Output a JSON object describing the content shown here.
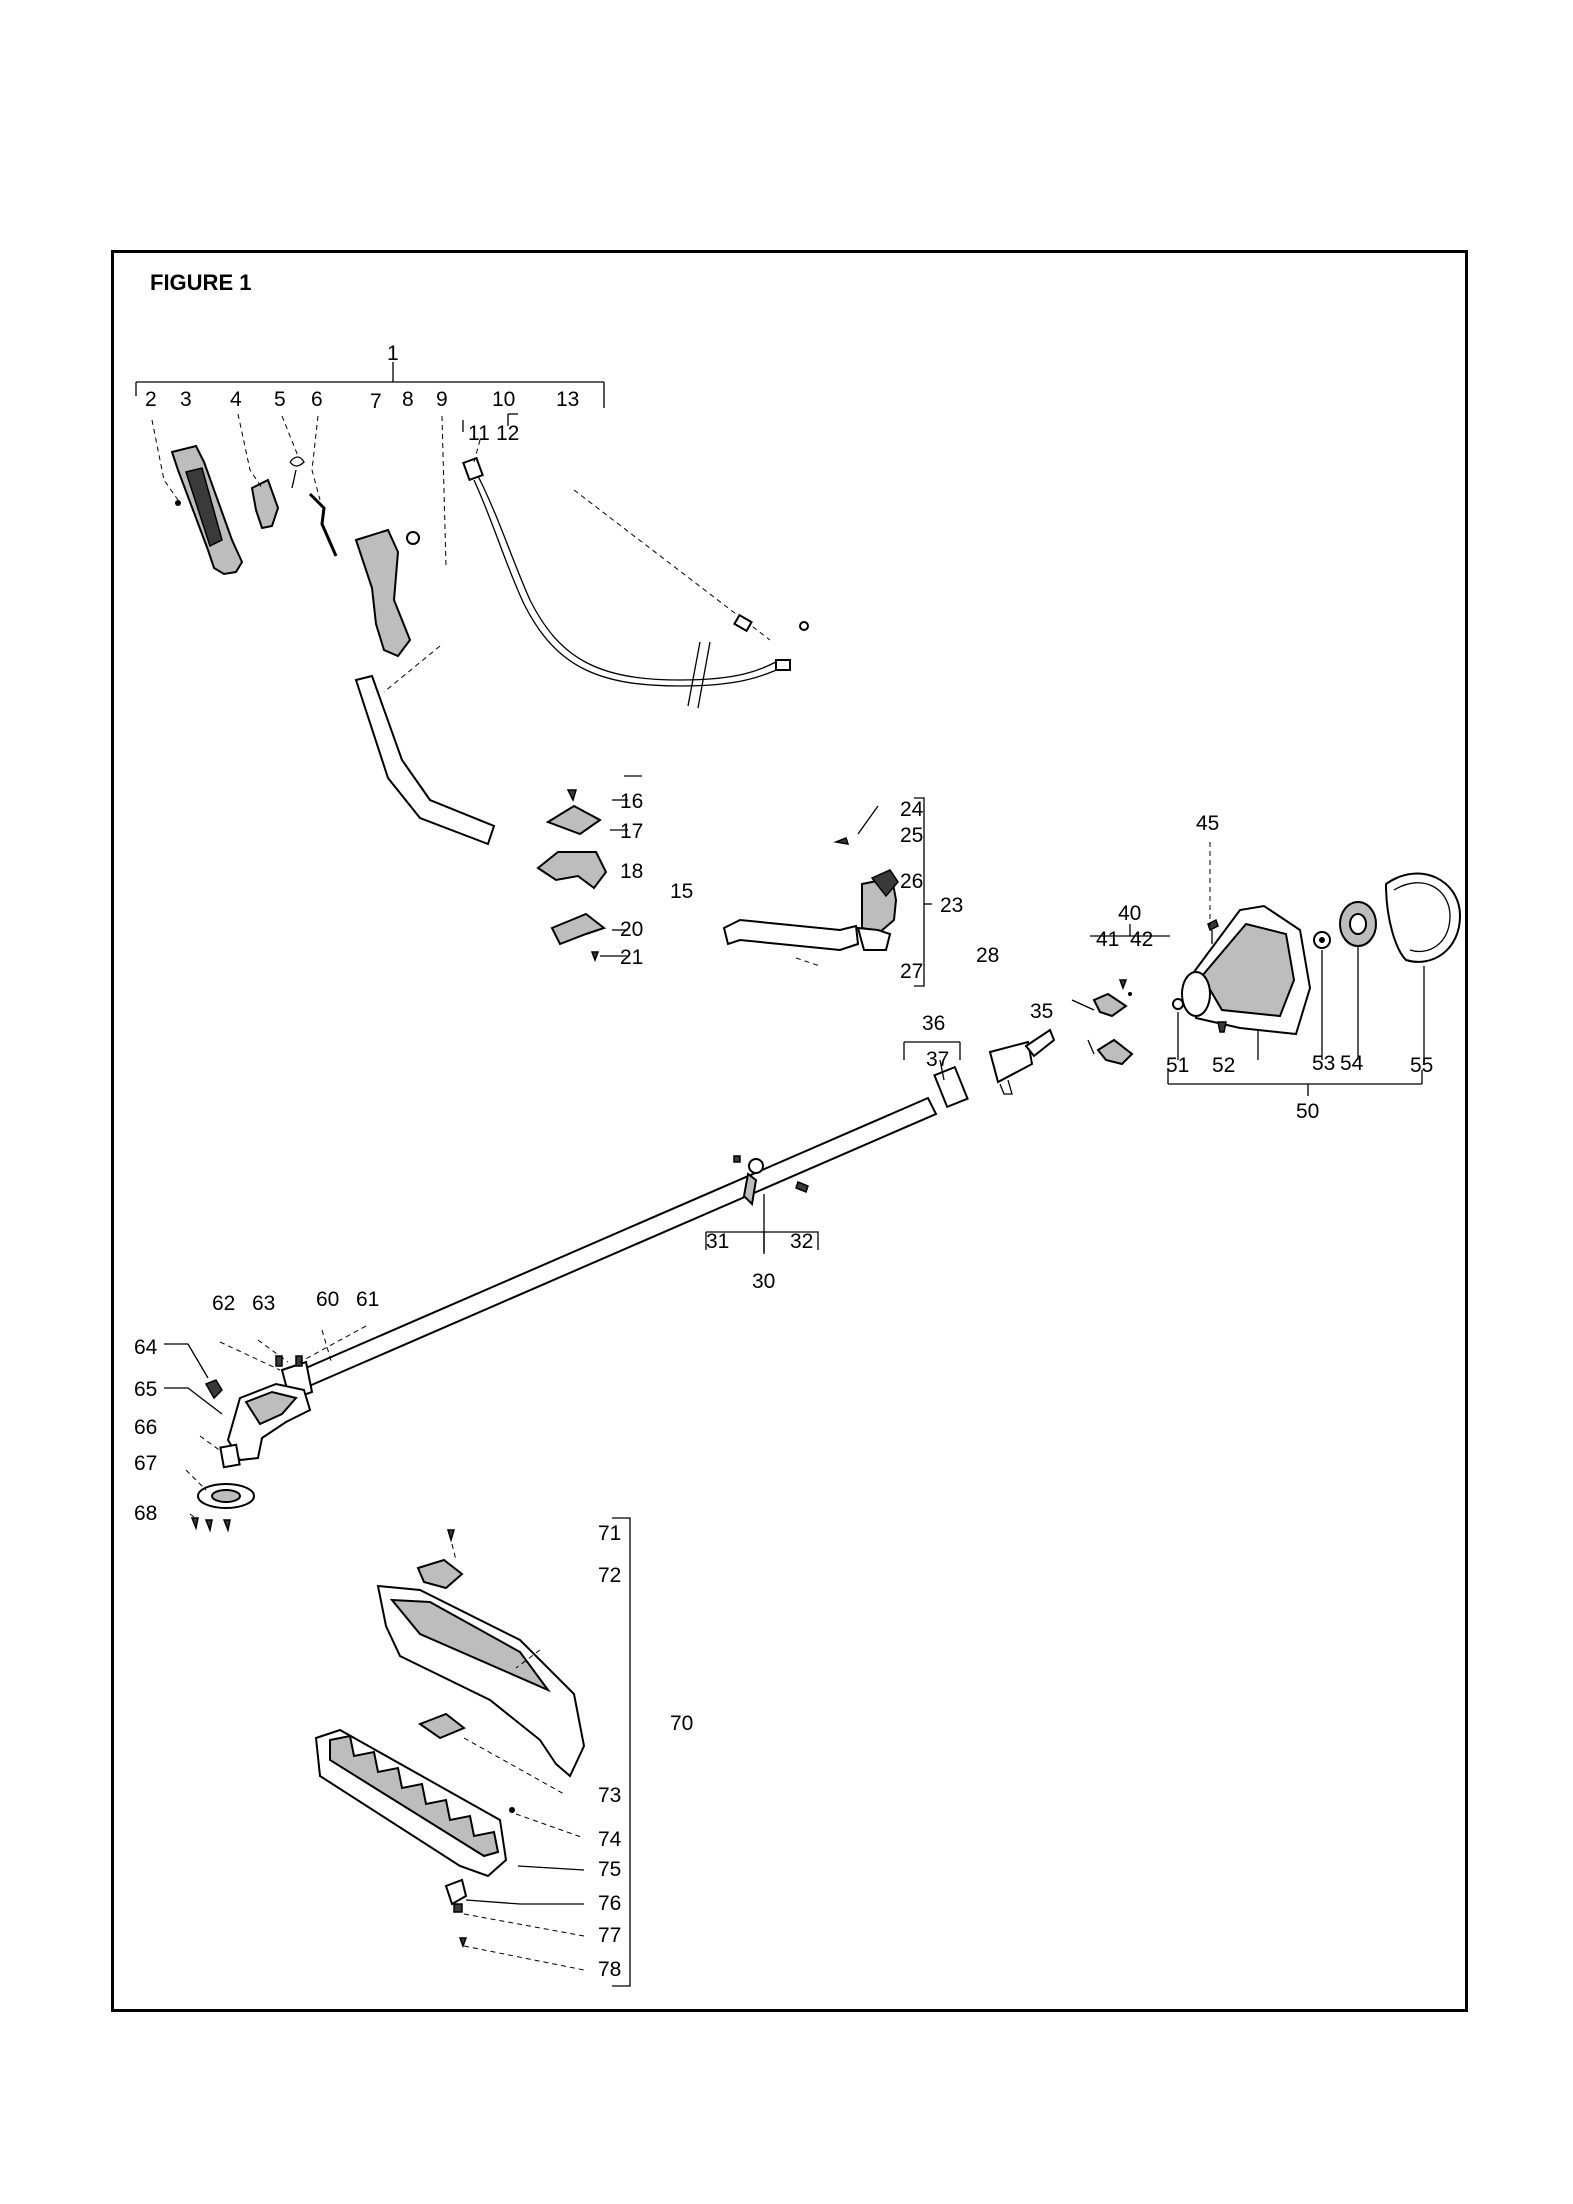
{
  "figure_title": "FIGURE 1",
  "labels": {
    "l1": "1",
    "l2": "2",
    "l3": "3",
    "l4": "4",
    "l5": "5",
    "l6": "6",
    "l7": "7",
    "l8": "8",
    "l9": "9",
    "l10": "10",
    "l11": "11",
    "l12": "12",
    "l13": "13",
    "l15": "15",
    "l16": "16",
    "l17": "17",
    "l18": "18",
    "l20": "20",
    "l21": "21",
    "l23": "23",
    "l24": "24",
    "l25": "25",
    "l26": "26",
    "l27": "27",
    "l28": "28",
    "l30": "30",
    "l31": "31",
    "l32": "32",
    "l35": "35",
    "l36": "36",
    "l37": "37",
    "l40": "40",
    "l41": "41",
    "l42": "42",
    "l45": "45",
    "l50": "50",
    "l51": "51",
    "l52": "52",
    "l53": "53",
    "l54": "54",
    "l55": "55",
    "l60": "60",
    "l61": "61",
    "l62": "62",
    "l63": "63",
    "l64": "64",
    "l65": "65",
    "l66": "66",
    "l67": "67",
    "l68": "68",
    "l70": "70",
    "l71": "71",
    "l72": "72",
    "l73": "73",
    "l74": "74",
    "l75": "75",
    "l76": "76",
    "l77": "77",
    "l78": "78"
  }
}
